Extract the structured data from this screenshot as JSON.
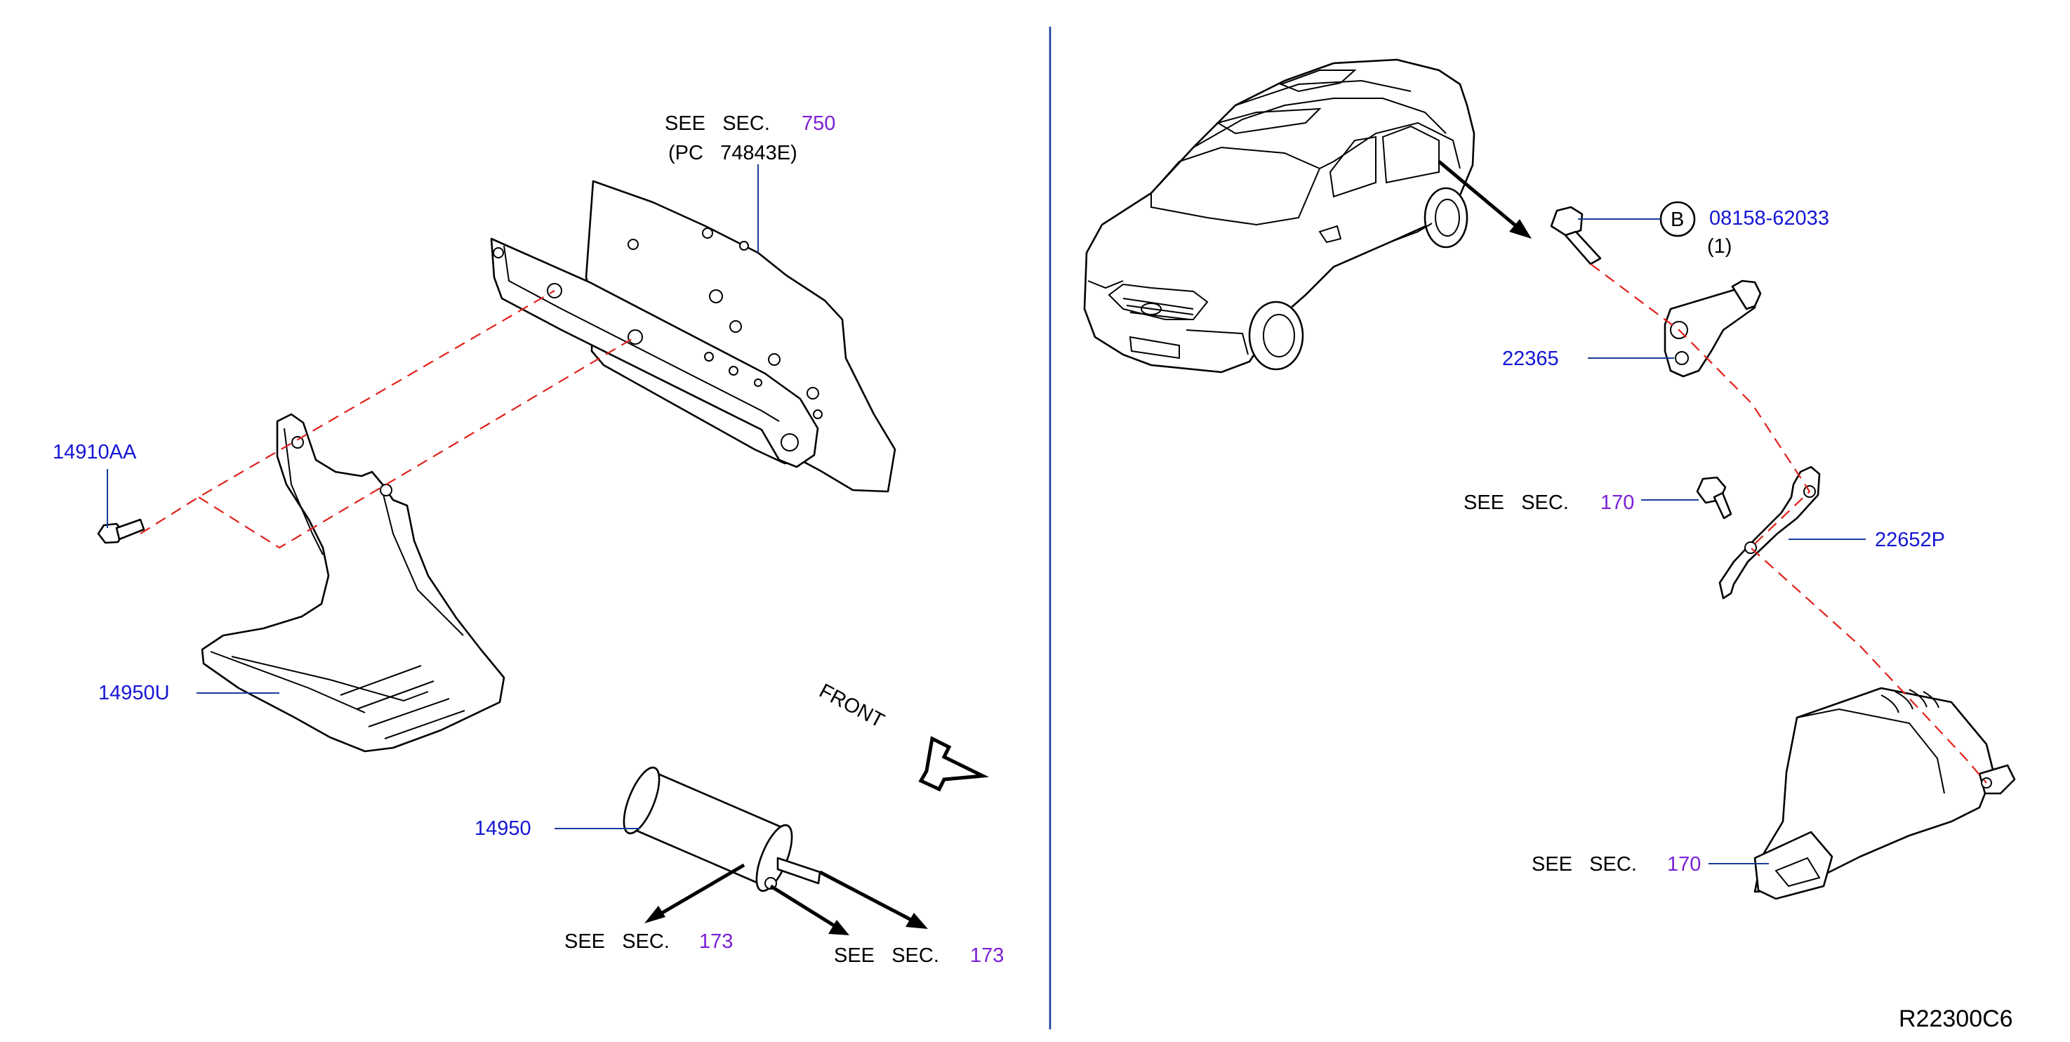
{
  "labels": {
    "see_sec_750": "SEE   SEC.",
    "sec_750": "750",
    "pc_ref": "(PC   74843E)",
    "part_14910AA": "14910AA",
    "part_14950U": "14950U",
    "part_14950": "14950",
    "see_sec_173_a": "SEE   SEC.",
    "sec_173_a": "173",
    "see_sec_173_b": "SEE   SEC.",
    "sec_173_b": "173",
    "front": "FRONT",
    "bolt_marker": "B",
    "part_08158": "08158-62033",
    "qty_08158": "(1)",
    "part_22365": "22365",
    "see_sec_170_a": "SEE   SEC.",
    "sec_170_a": "170",
    "part_22652P": "22652P",
    "see_sec_170_b": "SEE   SEC.",
    "sec_170_b": "170",
    "diagram_code": "R22300C6"
  },
  "colors": {
    "part_number": "#1515d6",
    "section_number": "#7a1fd6",
    "leader_line": "#1a3c9a",
    "assembly_dash": "#e0201b",
    "text": "#000000"
  }
}
